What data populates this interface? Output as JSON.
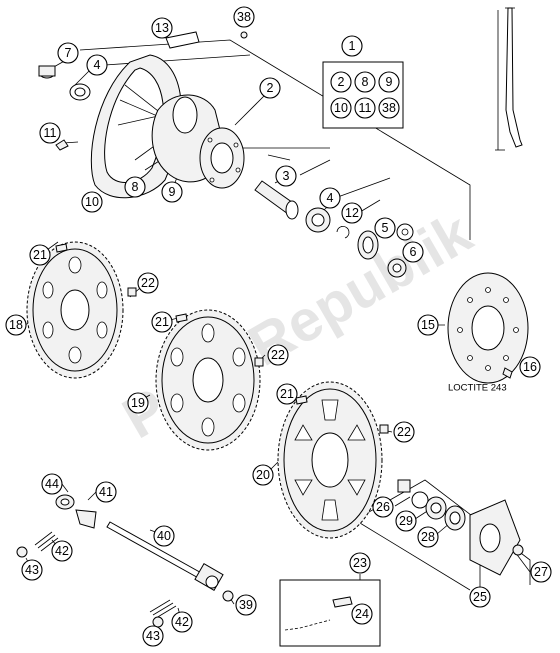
{
  "watermark": "PartsRepublik",
  "loctite_label": "LOCTITE 243",
  "callouts": {
    "c1": "1",
    "c2": "2",
    "c3": "3",
    "c4a": "4",
    "c4b": "4",
    "c5": "5",
    "c6": "6",
    "c7": "7",
    "c8": "8",
    "c9": "9",
    "c10": "10",
    "c11": "11",
    "c12": "12",
    "c13": "13",
    "c15": "15",
    "c16": "16",
    "c18": "18",
    "c19": "19",
    "c20": "20",
    "c21a": "21",
    "c21b": "21",
    "c21c": "21",
    "c22a": "22",
    "c22b": "22",
    "c22c": "22",
    "c23": "23",
    "c24": "24",
    "c25": "25",
    "c26": "26",
    "c27": "27",
    "c28": "28",
    "c29": "29",
    "c38": "38",
    "c39": "39",
    "c40": "40",
    "c41": "41",
    "c42a": "42",
    "c42b": "42",
    "c43a": "43",
    "c43b": "43",
    "c44": "44"
  },
  "kit_contents": [
    "2",
    "8",
    "9",
    "10",
    "11",
    "38"
  ]
}
